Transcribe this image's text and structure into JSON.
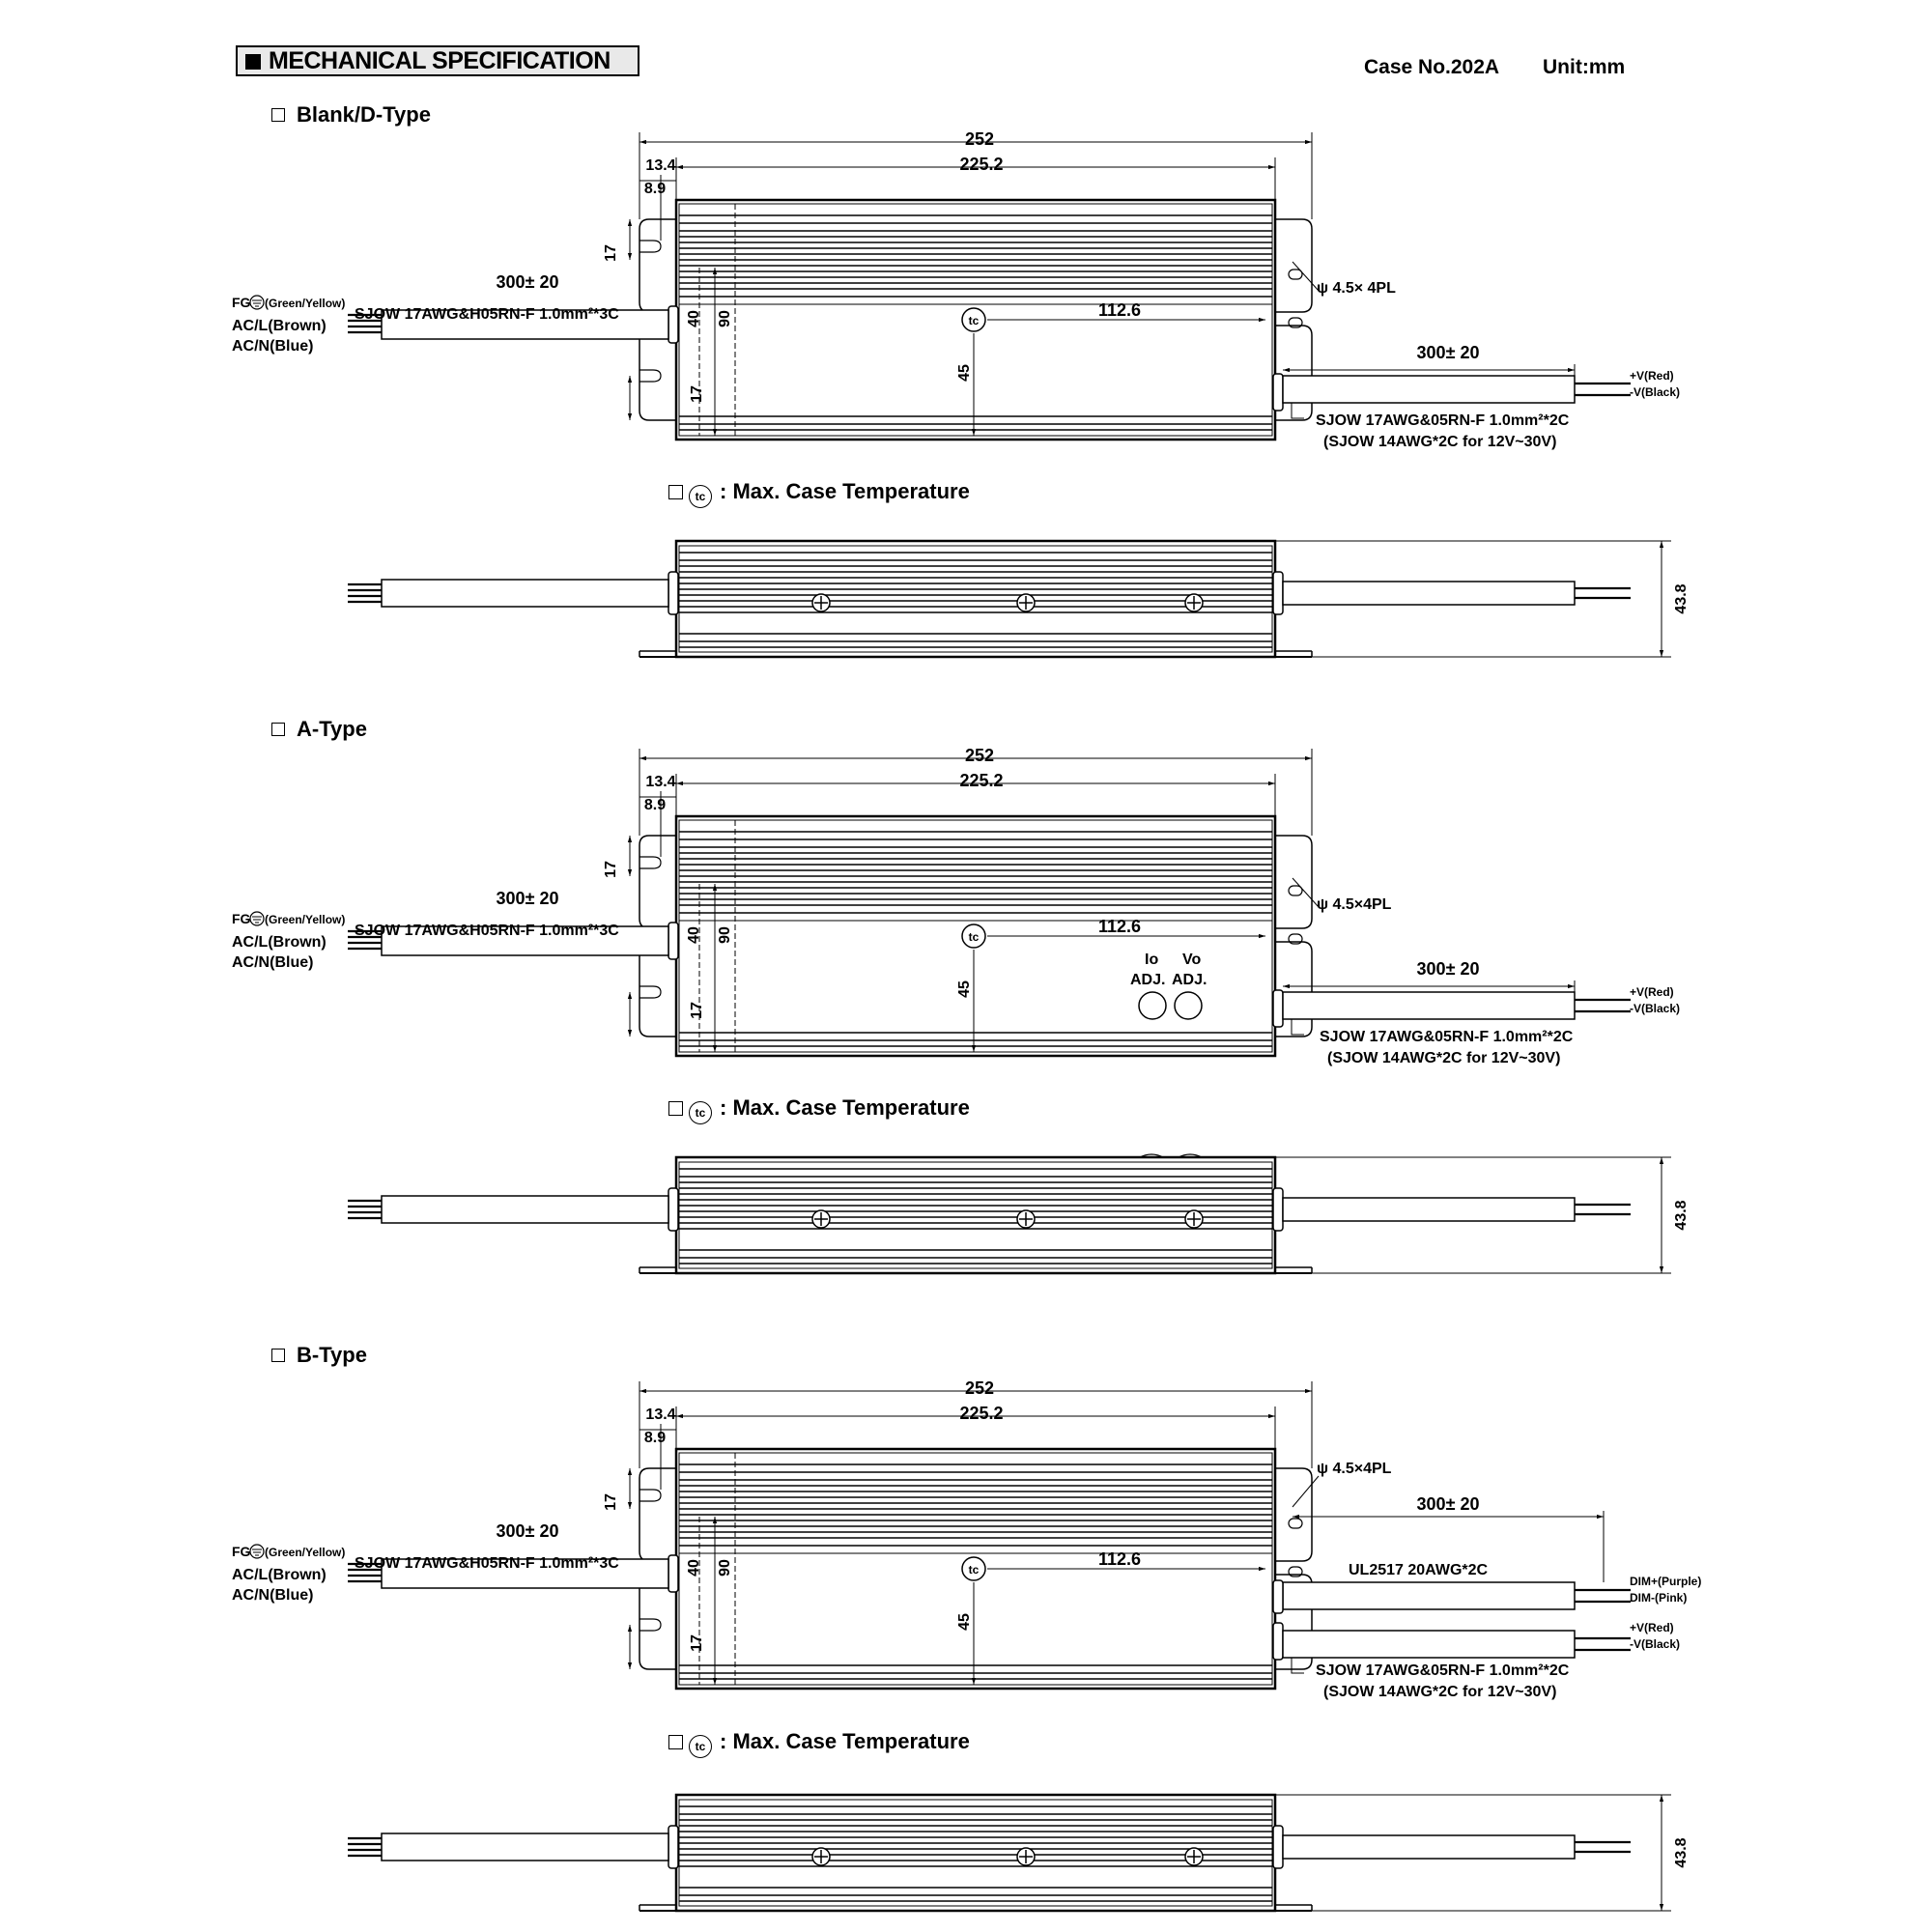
{
  "header": {
    "title": "MECHANICAL SPECIFICATION",
    "case_no": "Case No.202A",
    "unit": "Unit:mm"
  },
  "sections": [
    {
      "title": "Blank/D-Type",
      "note": ": Max. Case Temperature"
    },
    {
      "title": "A-Type",
      "note": ": Max. Case Temperature"
    },
    {
      "title": "B-Type",
      "note": ": Max. Case Temperature"
    }
  ],
  "tc_symbol": "tc",
  "dimensions": {
    "overall_length": "252",
    "body_length": "225.2",
    "end_offset": "13.4",
    "hole_offset": "8.9",
    "tab_17": "17",
    "dim_40": "40",
    "dim_90": "90",
    "dim_45": "45",
    "tc_offset": "112.6",
    "height": "43.8",
    "cable_length": "300± 20"
  },
  "labels": {
    "fg": "FG",
    "fg_color": "(Green/Yellow)",
    "acl": "AC/L(Brown)",
    "acn": "AC/N(Blue)",
    "input_cable": "SJOW 17AWG&H05RN-F 1.0mm²*3C",
    "output_cable": "SJOW 17AWG&05RN-F 1.0mm²*2C",
    "output_cable_alt": "(SJOW 14AWG*2C for 12V~30V)",
    "vplus": "+V(Red)",
    "vminus": "-V(Black)",
    "hole_d": "ψ 4.5× 4PL",
    "hole_a": "ψ 4.5×4PL",
    "hole_b": "ψ 4.5×4PL",
    "io": "Io",
    "vo": "Vo",
    "adj": "ADJ.",
    "dim_cable": "UL2517 20AWG*2C",
    "dim_plus": "DIM+(Purple)",
    "dim_minus": "DIM-(Pink)"
  },
  "colors": {
    "line": "#000000",
    "header_bg": "#e9e9e9"
  }
}
